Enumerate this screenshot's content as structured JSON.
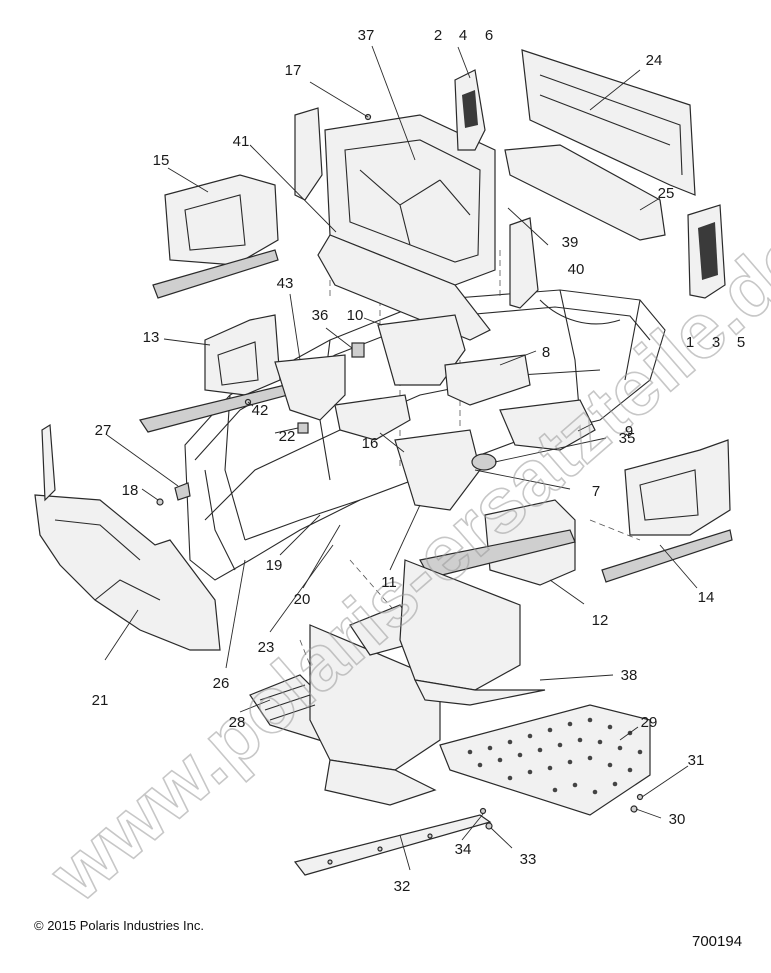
{
  "watermark": "www.polaris-ersatzteile.de",
  "callouts": [
    {
      "id": "c1",
      "label": "1"
    },
    {
      "id": "c2",
      "label": "2"
    },
    {
      "id": "c3",
      "label": "3"
    },
    {
      "id": "c4",
      "label": "4"
    },
    {
      "id": "c5",
      "label": "5"
    },
    {
      "id": "c6",
      "label": "6"
    },
    {
      "id": "c7",
      "label": "7"
    },
    {
      "id": "c8",
      "label": "8"
    },
    {
      "id": "c9",
      "label": "9"
    },
    {
      "id": "c10",
      "label": "10"
    },
    {
      "id": "c11",
      "label": "11"
    },
    {
      "id": "c12",
      "label": "12"
    },
    {
      "id": "c13",
      "label": "13"
    },
    {
      "id": "c14",
      "label": "14"
    },
    {
      "id": "c15",
      "label": "15"
    },
    {
      "id": "c16",
      "label": "16"
    },
    {
      "id": "c17",
      "label": "17"
    },
    {
      "id": "c18",
      "label": "18"
    },
    {
      "id": "c19",
      "label": "19"
    },
    {
      "id": "c20",
      "label": "20"
    },
    {
      "id": "c21",
      "label": "21"
    },
    {
      "id": "c22",
      "label": "22"
    },
    {
      "id": "c23",
      "label": "23"
    },
    {
      "id": "c24",
      "label": "24"
    },
    {
      "id": "c25",
      "label": "25"
    },
    {
      "id": "c26",
      "label": "26"
    },
    {
      "id": "c27",
      "label": "27"
    },
    {
      "id": "c28",
      "label": "28"
    },
    {
      "id": "c29",
      "label": "29"
    },
    {
      "id": "c30",
      "label": "30"
    },
    {
      "id": "c31",
      "label": "31"
    },
    {
      "id": "c32",
      "label": "32"
    },
    {
      "id": "c33",
      "label": "33"
    },
    {
      "id": "c34",
      "label": "34"
    },
    {
      "id": "c35",
      "label": "35"
    },
    {
      "id": "c36",
      "label": "36"
    },
    {
      "id": "c37",
      "label": "37"
    },
    {
      "id": "c38",
      "label": "38"
    },
    {
      "id": "c39",
      "label": "39"
    },
    {
      "id": "c40",
      "label": "40"
    },
    {
      "id": "c41",
      "label": "41"
    },
    {
      "id": "c42",
      "label": "42"
    },
    {
      "id": "c43",
      "label": "43"
    }
  ],
  "footer": {
    "copyright": "© 2015 Polaris Industries Inc.",
    "diagram_number": "700194"
  }
}
